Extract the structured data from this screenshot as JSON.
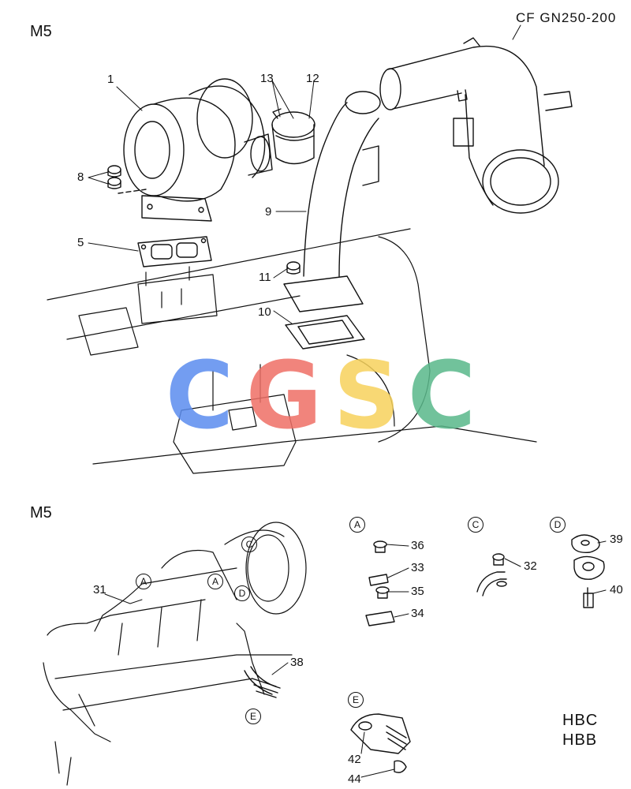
{
  "header": {
    "model_top": "M5",
    "model_bottom": "M5",
    "reference": "CF GN250-200"
  },
  "callouts": {
    "p1": "1",
    "p5": "5",
    "p8": "8",
    "p9": "9",
    "p10": "10",
    "p11": "11",
    "p12": "12",
    "p13": "13",
    "p31": "31",
    "p32": "32",
    "p33": "33",
    "p34": "34",
    "p35": "35",
    "p36": "36",
    "p38": "38",
    "p39": "39",
    "p40": "40",
    "p42": "42",
    "p44": "44"
  },
  "detail_markers": {
    "a": "A",
    "c": "C",
    "d": "D",
    "e": "E"
  },
  "variant_codes": {
    "line1": "HBC",
    "line2": "HBB"
  },
  "watermark": {
    "letters": [
      "C",
      "G",
      "S",
      "C"
    ],
    "colors": [
      "#5b8def",
      "#ef6f66",
      "#f7d25c",
      "#59b88a"
    ]
  }
}
